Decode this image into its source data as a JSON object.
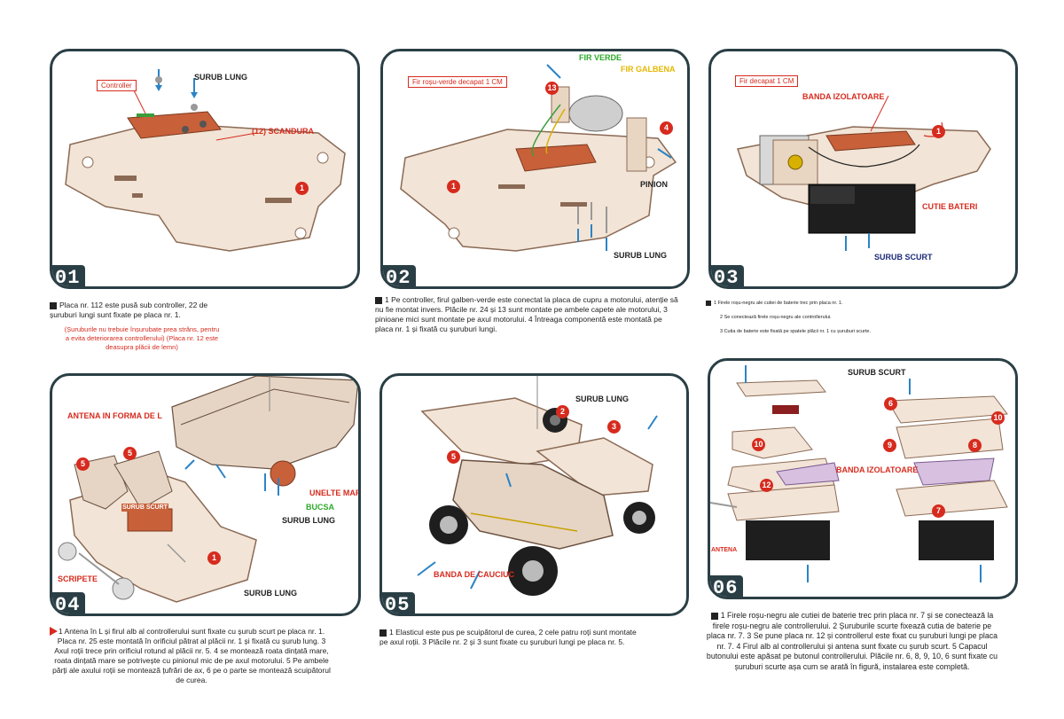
{
  "colors": {
    "frame": "#2a3f45",
    "accent": "#d62b1e",
    "wood": "#f2e4d6",
    "woodEdge": "#8a6a55",
    "copper": "#c8603a",
    "blue": "#2b84c6"
  },
  "steps": [
    {
      "number": "01",
      "labels": {
        "surub_lung": "SURUB LUNG",
        "scandura": "(12) SCANDURA",
        "controller": "Controller"
      },
      "circles": [
        "1"
      ],
      "caption": "Placa nr. 112 este pusă sub controller, 22 de șuruburi lungi sunt fixate pe placa nr. 1.",
      "note": "(Șuruburile nu trebuie înșurubate prea strâns, pentru a evita deteriorarea controllerului) (Placa nr. 12 este deasupra plăcii de lemn)"
    },
    {
      "number": "02",
      "labels": {
        "fir_rosu": "Fir roșu-verde decapat 1 CM",
        "fir_verde": "FIR VERDE",
        "fir_galbena": "FIR GALBENA",
        "pinion": "PINION",
        "surub_lung": "SURUB LUNG"
      },
      "circles": [
        "13",
        "4",
        "1"
      ],
      "caption": "1 Pe controller, firul galben-verde este conectat la placa de cupru a motorului, atenție să nu fie montat invers. Plăcile nr. 24 și 13 sunt montate pe ambele capete ale motorului, 3 pinioane mici sunt montate pe axul motorului. 4 Întreaga componentă este montată pe placa nr. 1 și fixată cu șuruburi lungi."
    },
    {
      "number": "03",
      "labels": {
        "fir_decapat": "Fir decapat 1 CM",
        "banda": "BANDA IZOLATOARE",
        "cutie": "CUTIE BATERI",
        "surub_scurt": "SURUB SCURT"
      },
      "circles": [
        "1"
      ],
      "caption_lines": [
        "1 Firele roșu-negru ale cutiei de baterie trec prin placa nr. 1.",
        "2 Se conectează firele roșu-negru ale controllerului.",
        "3 Cutia de baterie este fixată pe spatele plăcii nr. 1 cu șuruburi scurte."
      ]
    },
    {
      "number": "04",
      "labels": {
        "antena": "ANTENA IN FORMA DE L",
        "unelte": "UNELTE MARI",
        "bucsa": "BUCSA",
        "surub_lung": "SURUB LUNG",
        "surub_scurt": "SURUB SCURT",
        "scripete": "SCRIPETE",
        "surub_lung2": "SURUB LUNG"
      },
      "circles": [
        "5",
        "5",
        "1"
      ],
      "caption": "1 Antena în L și firul alb al controllerului sunt fixate cu șurub scurt pe placa nr. 1. Placa nr. 25 este montată în orificiul pătrat al plăcii nr. 1 și fixată cu șurub lung. 3 Axul roții trece prin orificiul rotund al plăcii nr. 5. 4 se montează roata dințată mare, roata dințată mare se potrivește cu pinionul mic de pe axul motorului. 5 Pe ambele părți ale axului roții se montează țufrări de ax, 6 pe o parte se montează scuipătorul de curea."
    },
    {
      "number": "05",
      "labels": {
        "surub_lung": "SURUB LUNG",
        "banda": "BANDA DE CAUCIUC"
      },
      "circles": [
        "2",
        "3",
        "5"
      ],
      "caption": "1 Elasticul este pus pe scuipătorul de curea, 2 cele patru roți sunt montate pe axul roții. 3 Plăcile nr. 2 și 3 sunt fixate cu șuruburi lungi pe placa nr. 5."
    },
    {
      "number": "06",
      "labels": {
        "surub_scurt": "SURUB SCURT",
        "banda": "BANDA IZOLATOARE",
        "antena": "ANTENA"
      },
      "circles": [
        "6",
        "10",
        "10",
        "9",
        "8",
        "12",
        "7"
      ],
      "caption": "1 Firele roșu-negru ale cutiei de baterie trec prin placa nr. 7 și se conectează la firele roșu-negru ale controllerului. 2 Șuruburile scurte fixează cutia de baterie pe placa nr. 7. 3 Se pune placa nr. 12 și controllerul este fixat cu șuruburi lungi pe placa nr. 7. 4 Firul alb al controllerului și antena sunt fixate cu șurub scurt. 5 Capacul butonului este apăsat pe butonul controllerului. Plăcile nr. 6, 8, 9, 10, 6 sunt fixate cu șuruburi scurte așa cum se arată în figură, instalarea este completă."
    }
  ]
}
